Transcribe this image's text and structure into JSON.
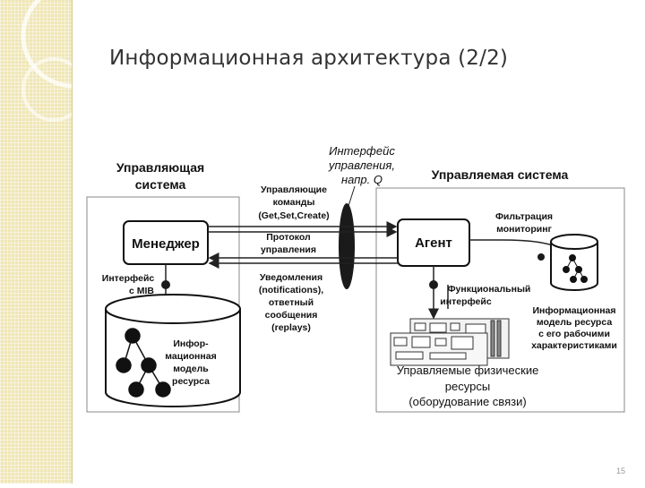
{
  "title": "Информационная архитектура (2/2)",
  "page_number": "15",
  "diagram": {
    "left_system": [
      "Управляющая",
      "система"
    ],
    "right_system": "Управляемая система",
    "interface_label": [
      "Интерфейс",
      "управления,",
      "напр. Q"
    ],
    "manager": "Менеджер",
    "agent": "Агент",
    "commands": [
      "Управляющие",
      "команды",
      "(Get,Set,Create)"
    ],
    "protocol": [
      "Протокол",
      "управления"
    ],
    "notifications": [
      "Уведомления",
      "(notifications),",
      "ответный",
      "сообщения",
      "(replays)"
    ],
    "mib_interface": [
      "Интерфейс",
      "с MIB"
    ],
    "left_db_label": [
      "Инфор-",
      "мационная",
      "модель",
      "ресурса"
    ],
    "filtering": [
      "Фильтрация",
      "мониторинг"
    ],
    "functional": [
      "Функциональный",
      "интерфейс"
    ],
    "right_model": [
      "Информационная",
      "модель ресурса",
      "с его рабочими",
      "характеристиками"
    ],
    "resources": [
      "Управляемые физические",
      "ресурсы",
      "(оборудование связи)"
    ]
  }
}
